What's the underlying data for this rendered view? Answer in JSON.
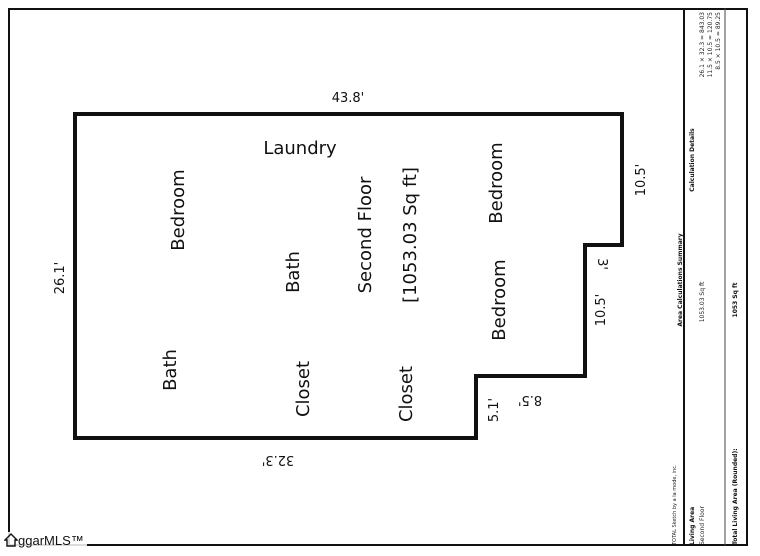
{
  "plan": {
    "top_width": "43.8'",
    "left_height": "26.1'",
    "right_upper": "10.5'",
    "step_small": "3'",
    "right_lower": "10.5'",
    "step_diag": "8.5'",
    "notch": "5.1'",
    "bottom_width": "32.3'",
    "rooms": {
      "laundry": "Laundry",
      "bedroom_left": "Bedroom",
      "bath_center": "Bath",
      "floor_name": "Second Floor",
      "floor_area": "[1053.03 Sq ft]",
      "bedroom_upper_right": "Bedroom",
      "bedroom_lower_right": "Bedroom",
      "bath_left": "Bath",
      "closet_1": "Closet",
      "closet_2": "Closet"
    }
  },
  "summary": {
    "heading": "Area Calculations Summary",
    "living_area": "Living Area",
    "floor": "Second Floor",
    "sqft": "1053.03 Sq ft",
    "total_label": "Total Living Area (Rounded):",
    "total_value": "1053 Sq ft",
    "calc_heading": "Calculation Details",
    "calc_rows": [
      "26.1 × 32.3 = 843.03",
      "11.5 × 10.5 = 120.75",
      "8.5 × 10.5 = 89.25"
    ],
    "credit": "TOTAL Sketch by a la mode, inc."
  },
  "logo": {
    "text": "ggarMLS™"
  }
}
